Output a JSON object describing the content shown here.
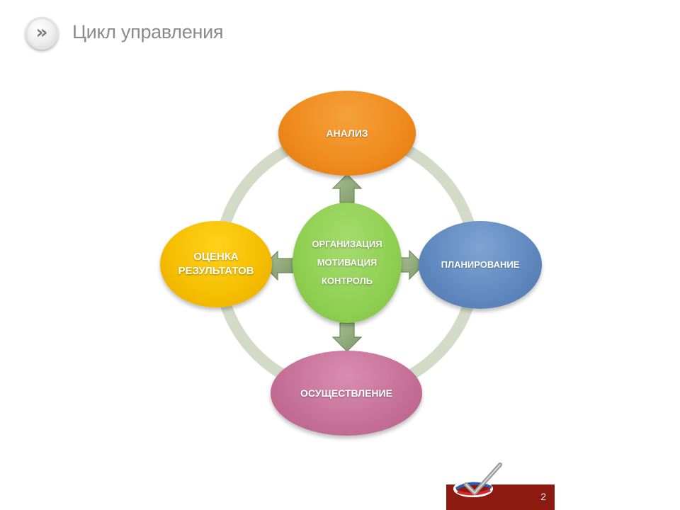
{
  "header": {
    "title": "Цикл управления",
    "badge_icon": "double-chevron-right-icon",
    "badge_glyph": "»"
  },
  "diagram": {
    "nodes": {
      "analysis": "АНАЛИЗ",
      "planning": "ПЛАНИРОВАНИЕ",
      "execution": "ОСУЩЕСТВЛЕНИЕ",
      "evaluation_line1": "ОЦЕНКА",
      "evaluation_line2": "РЕЗУЛЬТАТОВ"
    },
    "center": {
      "line1": "ОРГАНИЗАЦИЯ",
      "line2": "МОТИВАЦИЯ",
      "line3": "КОНТРОЛЬ"
    },
    "colors": {
      "analysis": "#ef8a1c",
      "planning": "#5f88bf",
      "execution": "#c56f96",
      "evaluation": "#f5bd00",
      "center": "#8fcf52",
      "ring": "#d3dbc8",
      "arrow": "#8faa78"
    }
  },
  "footer": {
    "page_number": "2",
    "logo_icon": "checkmark-swoosh-logo-icon"
  }
}
